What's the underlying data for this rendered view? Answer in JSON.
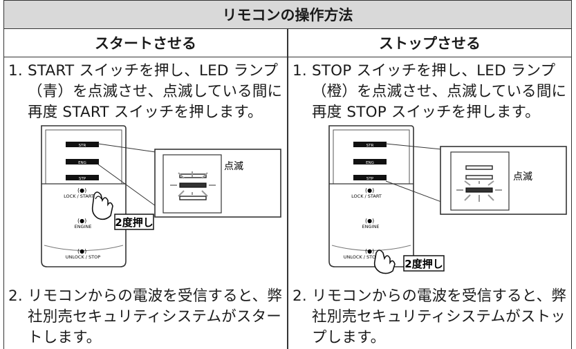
{
  "title": "リモコンの操作方法",
  "columns": [
    {
      "header": "スタートさせる",
      "step1": {
        "num": "1.",
        "line1": "START スイッチを押し、LED ランプ",
        "line2": "（青）を点滅させ、点滅している間に",
        "line3": "再度 START スイッチを押します。"
      },
      "figure": {
        "buttons": [
          "STR",
          "ENG",
          "STP"
        ],
        "labels": [
          "LOCK / START",
          "ENGINE",
          "UNLOCK / STOP"
        ],
        "callout": "点滅",
        "press": "2度押し"
      },
      "step2": {
        "num": "2.",
        "line1": "リモコンからの電波を受信すると、弊",
        "line2": "社別売セキュリティシステムがスター",
        "line3": "トします。"
      }
    },
    {
      "header": "ストップさせる",
      "step1": {
        "num": "1.",
        "line1": "STOP スイッチを押し、LED ランプ",
        "line2": "（橙）を点滅させ、点滅している間に",
        "line3": "再度 STOP スイッチを押します。"
      },
      "figure": {
        "buttons": [
          "STR",
          "ENG",
          "STP"
        ],
        "labels": [
          "LOCK / START",
          "ENGINE",
          "UNLOCK / STOP"
        ],
        "callout": "点滅",
        "press": "2度押し"
      },
      "step2": {
        "num": "2.",
        "line1": "リモコンからの電波を受信すると、弊",
        "line2": "社別売セキュリティシステムがストッ",
        "line3": "プします。"
      }
    }
  ]
}
